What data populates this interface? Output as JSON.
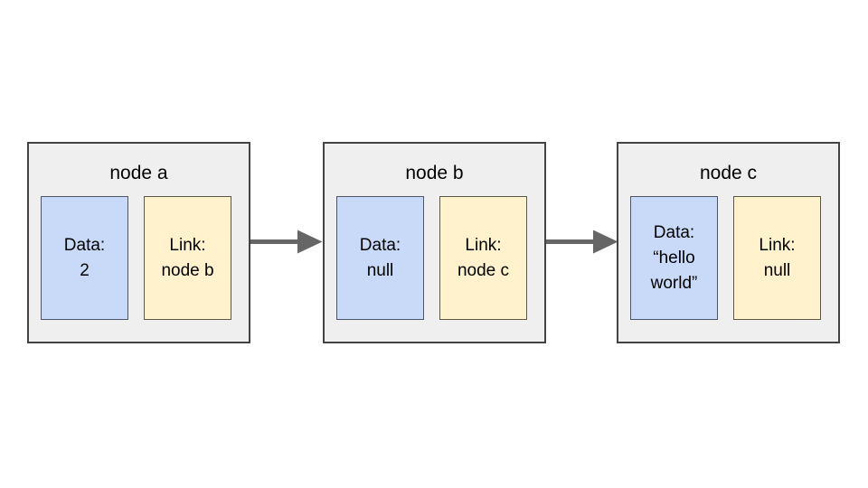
{
  "diagram": {
    "type": "linked-list",
    "nodes": [
      {
        "id": "node-a",
        "title": "node a",
        "data_cell": {
          "label": "Data:\n2"
        },
        "link_cell": {
          "label": "Link:\nnode b"
        }
      },
      {
        "id": "node-b",
        "title": "node b",
        "data_cell": {
          "label": "Data:\nnull"
        },
        "link_cell": {
          "label": "Link:\nnode c"
        }
      },
      {
        "id": "node-c",
        "title": "node c",
        "data_cell": {
          "label": "Data:\n“hello\nworld”"
        },
        "link_cell": {
          "label": "Link:\nnull"
        }
      }
    ],
    "arrows": [
      {
        "from": "node a",
        "to": "node b"
      },
      {
        "from": "node b",
        "to": "node c"
      }
    ],
    "colors": {
      "background": "#ffffff",
      "node_fill": "#efefef",
      "node_border": "#434343",
      "data_cell_fill": "#c9daf8",
      "link_cell_fill": "#fff2cc",
      "cell_border": "#595959",
      "arrow": "#666666",
      "text": "#000000"
    }
  }
}
